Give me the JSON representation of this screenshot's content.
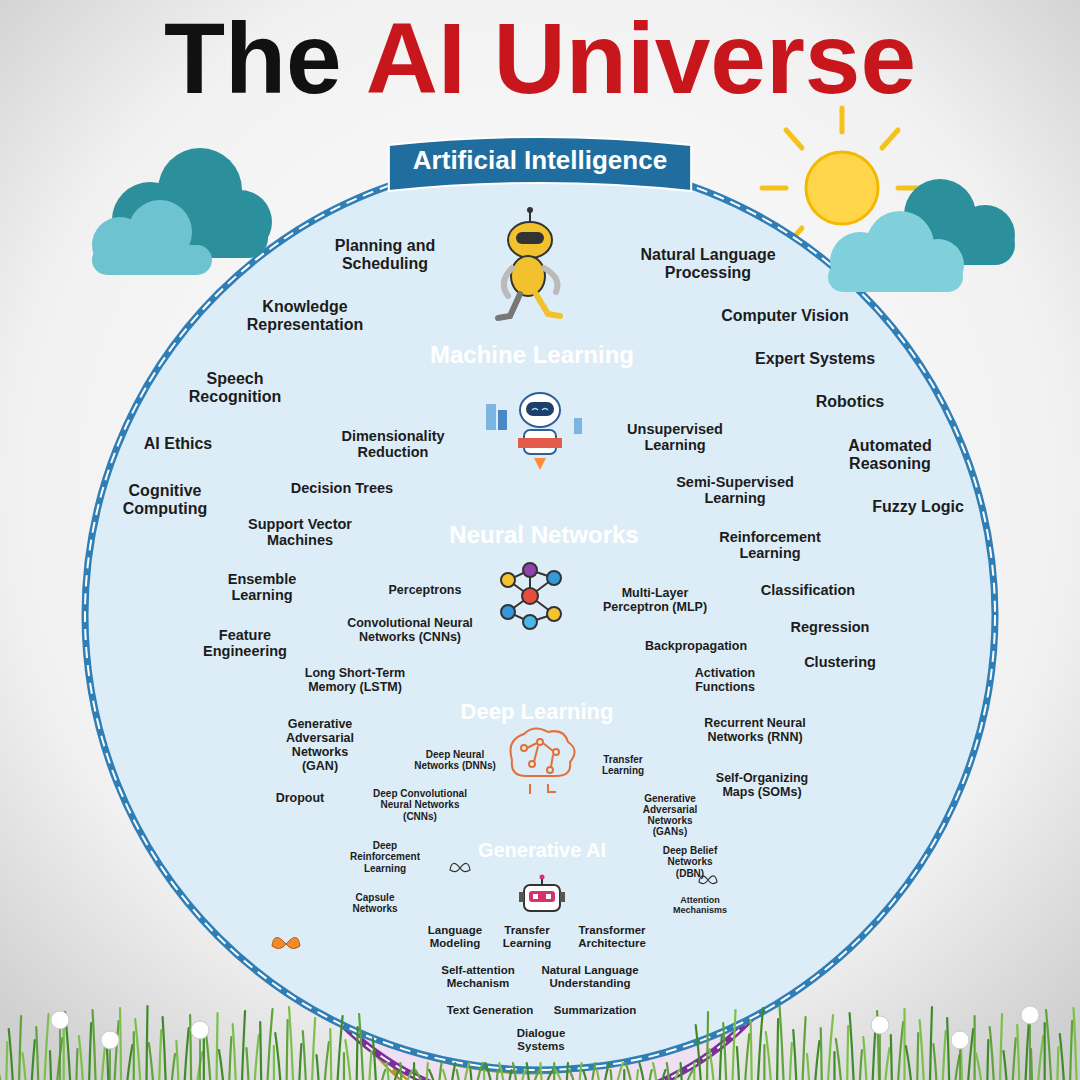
{
  "diagram": {
    "title": "The AI Universe",
    "nodes": [
      {
        "text": [
          "Artificial Intelligence",
          "Planning and Scheduling",
          "Knowledge Representation",
          "Speech Recognition",
          "AI Ethics",
          "Cognitive Computing",
          "Natural Language Processing",
          "Computer Vision",
          "Expert Systems",
          "Robotics",
          "Automated Reasoning",
          "Fuzzy Logic"
        ]
      },
      {
        "text": [
          "Machine Learning",
          "Dimensionality Reduction",
          "Decision Trees",
          "Support Vector Machines",
          "Ensemble Learning",
          "Feature Engineering",
          "Unsupervised Learning",
          "Semi-Supervised Learning",
          "Reinforcement Learning",
          "Classification",
          "Regression",
          "Clustering"
        ],
        "in": 0
      },
      {
        "text": [
          "Neural Networks",
          "Perceptrons",
          "Convolutional Neural Networks (CNNs)",
          "Long Short-Term Memory (LSTM)",
          "Generative Adversarial Networks (GAN)",
          "Dropout",
          "Multi-Layer Perceptron (MLP)",
          "Backpropagation",
          "Activation Functions",
          "Recurrent Neural Networks (RNN)",
          "Self-Organizing Maps (SOMs)"
        ],
        "in": 1
      },
      {
        "text": [
          "Deep Learning",
          "Deep Neural Networks (DNNs)",
          "Deep Convolutional Neural Networks (CNNs)",
          "Deep Reinforcement Learning",
          "Capsule Networks",
          "Transfer Learning",
          "Generative Adversarial Networks (GANs)",
          "Deep Belief Networks (DBN)",
          "Attention Mechanisms"
        ],
        "in": 2
      },
      {
        "text": [
          "Generative AI",
          "Language Modeling",
          "Transfer Learning",
          "Transformer Architecture",
          "Self-attention Mechanism",
          "Natural Language Understanding",
          "Text Generation",
          "Summarization",
          "Dialogue Systems"
        ],
        "in": 3
      }
    ]
  }
}
